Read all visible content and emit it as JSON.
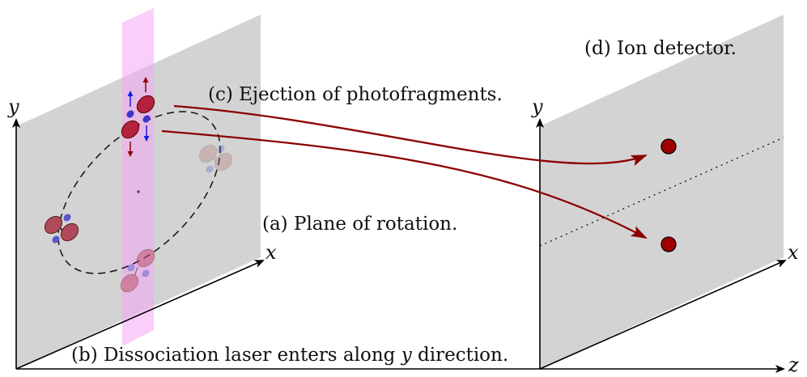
{
  "labels": {
    "plane_of_rotation": "(a) Plane of rotation.",
    "laser_prefix": "(b) Dissociation laser enters along ",
    "laser_axis": "y",
    "laser_suffix": " direction.",
    "ejection": "(c) Ejection of photofragments.",
    "detector": "(d) Ion detector."
  },
  "axes": {
    "left_y": "y",
    "left_x": "x",
    "right_y": "y",
    "right_x": "x",
    "right_z": "z"
  },
  "colors": {
    "plane": "#d3d3d3",
    "laser": "#f4a6f4",
    "trajectory": "#8b0000",
    "ion": "#a00000",
    "fragment_red": "#b5223f",
    "fragment_blue": "#3b36c8",
    "velocity_blue": "#1020e0"
  }
}
